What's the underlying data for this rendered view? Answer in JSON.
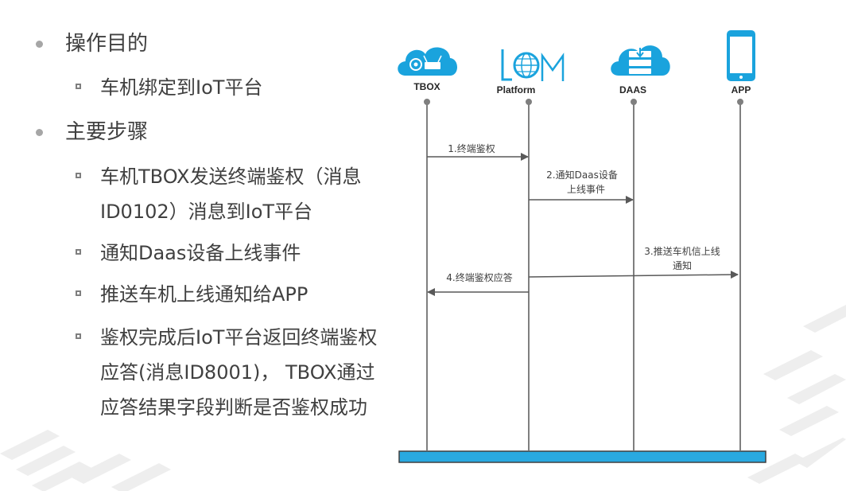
{
  "bullets": [
    {
      "level": 1,
      "text": "操作目的"
    },
    {
      "level": 2,
      "text": "车机绑定到IoT平台"
    },
    {
      "level": 1,
      "text": "主要步骤"
    },
    {
      "level": 2,
      "text": "车机TBOX发送终端鉴权（消息ID0102）消息到IoT平台"
    },
    {
      "level": 2,
      "text": "通知Daas设备上线事件"
    },
    {
      "level": 2,
      "text": "推送车机上线通知给APP"
    },
    {
      "level": 2,
      "text": "鉴权完成后IoT平台返回终端鉴权应答(消息ID8001)， TBOX通过应答结果字段判断是否鉴权成功"
    }
  ],
  "actors": [
    {
      "label": "TBOX",
      "icon": "cloud-router-icon",
      "color": "#1aa3dd"
    },
    {
      "label": "Platform",
      "icon": "platform-logo-icon",
      "color": "#1aa3dd"
    },
    {
      "label": "DAAS",
      "icon": "cloud-server-icon",
      "color": "#1aa3dd"
    },
    {
      "label": "APP",
      "icon": "smartphone-icon",
      "color": "#1aa3dd"
    }
  ],
  "messages": [
    {
      "label_lines": [
        "1.终端鉴权"
      ]
    },
    {
      "label_lines": [
        "2.通知Daas设备",
        "上线事件"
      ]
    },
    {
      "label_lines": [
        "3.推送车机信上线",
        "通知"
      ]
    },
    {
      "label_lines": [
        "4.终端鉴权应答"
      ]
    }
  ],
  "colors": {
    "accent": "#1aa3dd",
    "lifeline": "#7f7f7f",
    "arrow": "#595959",
    "base_bar": "#29a9e0"
  }
}
